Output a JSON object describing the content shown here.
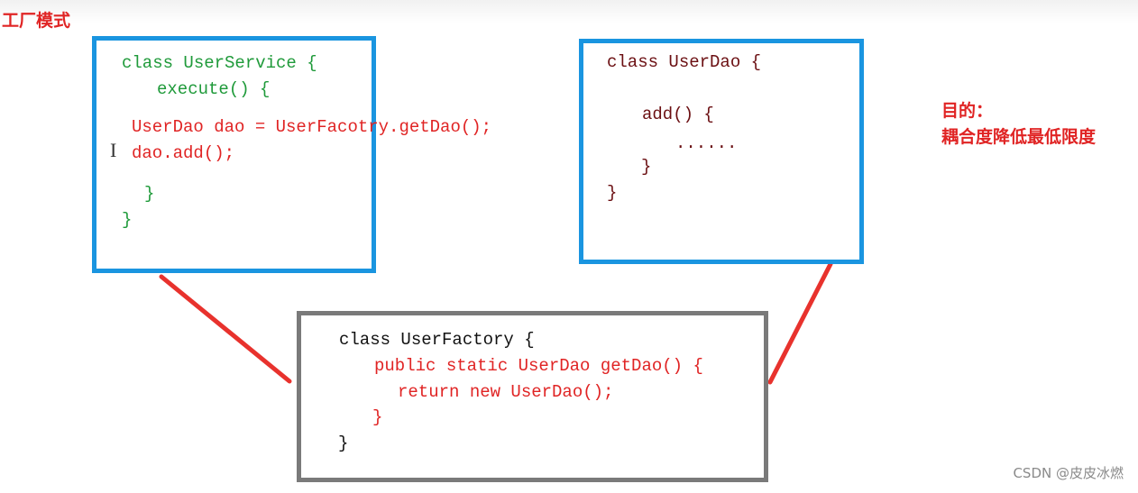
{
  "header": {
    "title": "工厂模式"
  },
  "user_service": {
    "line1": "class UserService {",
    "line2": "execute() {",
    "line3": "UserDao dao = UserFacotry.getDao();",
    "line4": "dao.add();",
    "line5": "}",
    "line6": "}"
  },
  "user_dao": {
    "line1": "class UserDao {",
    "line2": "add() {",
    "line3": "......",
    "line4": "}",
    "line5": "}"
  },
  "user_factory": {
    "line1": "class UserFactory {",
    "line2": "public static UserDao getDao() {",
    "line3": "return new UserDao();",
    "line4": "}",
    "line5": "}"
  },
  "goal": {
    "line1": "目的：",
    "line2": "耦合度降低最低限度"
  },
  "watermark": {
    "text": "CSDN @皮皮冰燃"
  },
  "cursor": {
    "glyph": "I"
  },
  "colors": {
    "box_blue": "#1a95e0",
    "box_gray": "#7a7a7a",
    "connector_red": "#e8322d",
    "code_green": "#1f9a3a",
    "code_red": "#e02424",
    "code_dark_red": "#6b0f12"
  }
}
